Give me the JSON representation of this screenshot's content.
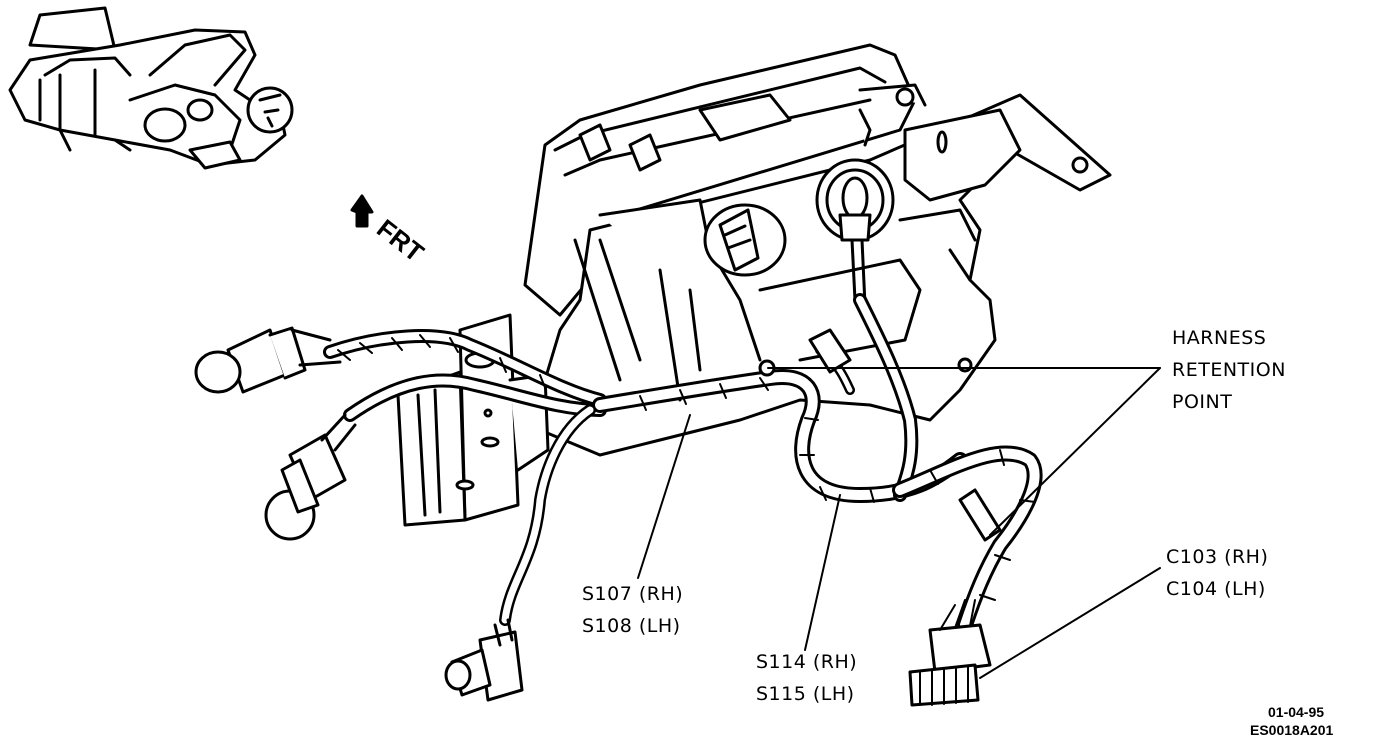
{
  "diagram": {
    "direction_label": "FRT",
    "labels": {
      "harness": [
        "HARNESS",
        "RETENTION",
        "POINT"
      ],
      "s107_s108": [
        "S107 (RH)",
        "S108 (LH)"
      ],
      "s114_s115": [
        "S114 (RH)",
        "S115 (LH)"
      ],
      "c103_c104": [
        "C103 (RH)",
        "C104 (LH)"
      ]
    },
    "figure_date": "01-04-95",
    "figure_id": "ES0018A201"
  }
}
